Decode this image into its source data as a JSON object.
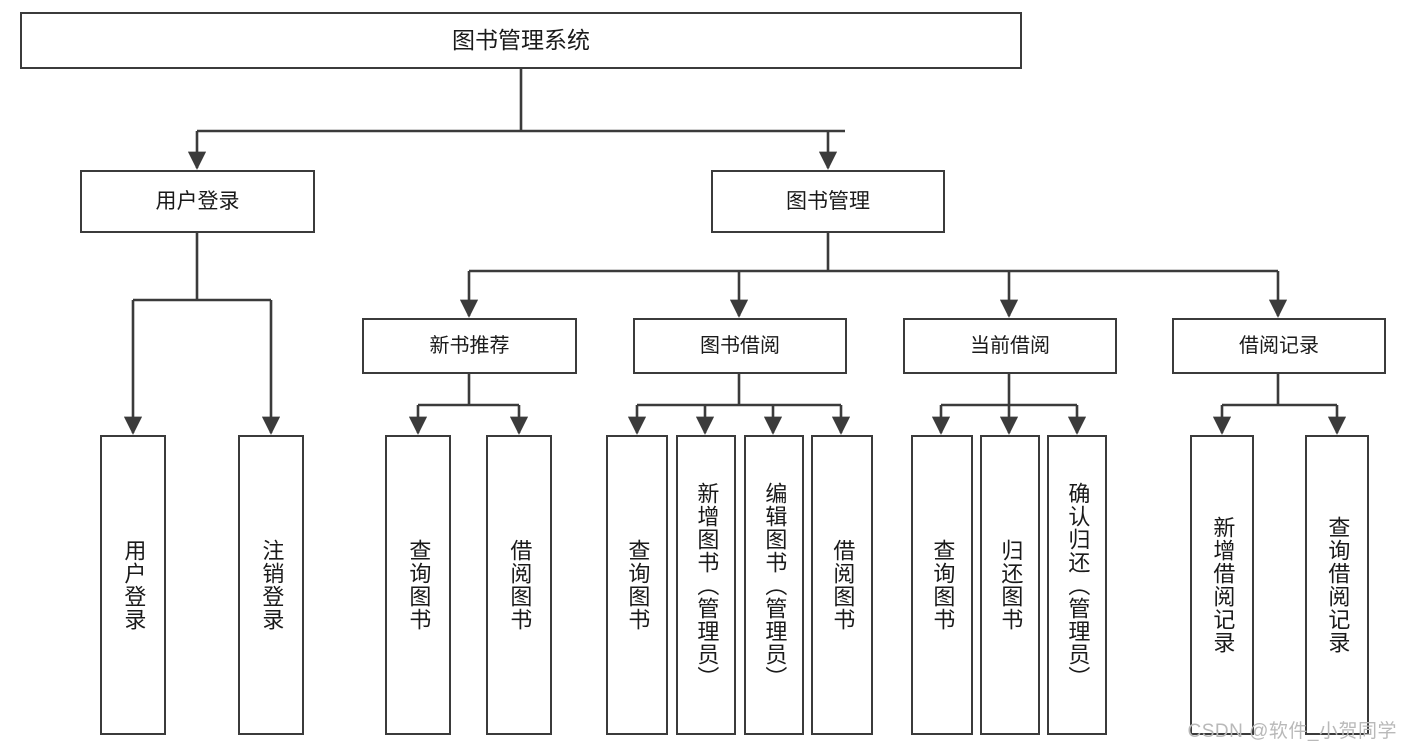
{
  "diagram": {
    "title": "图书管理系统",
    "watermark": "CSDN @软件_小贺同学",
    "stroke_color": "#3b3b3b",
    "background_color": "#ffffff",
    "text_color": "#1a1a1a"
  },
  "nodes": {
    "root": {
      "label": "图书管理系统"
    },
    "level1": [
      {
        "label": "用户登录"
      },
      {
        "label": "图书管理"
      }
    ],
    "level2": [
      {
        "label": "新书推荐"
      },
      {
        "label": "图书借阅"
      },
      {
        "label": "当前借阅"
      },
      {
        "label": "借阅记录"
      }
    ],
    "leaves": {
      "user_login": [
        {
          "label": "用户登录"
        },
        {
          "label": "注销登录"
        }
      ],
      "new_book_recommend": [
        {
          "label": "查询图书"
        },
        {
          "label": "借阅图书"
        }
      ],
      "book_borrow": [
        {
          "label": "查询图书"
        },
        {
          "label": "新增图书（管理员）"
        },
        {
          "label": "编辑图书（管理员）"
        },
        {
          "label": "借阅图书"
        }
      ],
      "current_borrow": [
        {
          "label": "查询图书"
        },
        {
          "label": "归还图书"
        },
        {
          "label": "确认归还（管理员）"
        }
      ],
      "borrow_record": [
        {
          "label": "新增借阅记录"
        },
        {
          "label": "查询借阅记录"
        }
      ]
    }
  }
}
